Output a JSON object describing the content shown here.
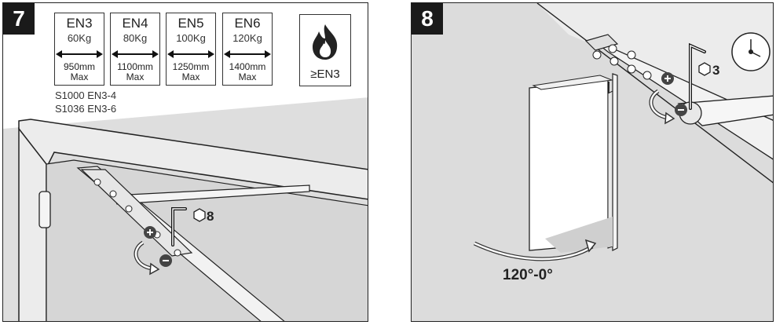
{
  "step7": {
    "number": "7",
    "en_classes": [
      {
        "class": "EN3",
        "weight": "60Kg",
        "width_line1": "950mm",
        "width_line2": "Max"
      },
      {
        "class": "EN4",
        "weight": "80Kg",
        "width_line1": "1100mm",
        "width_line2": "Max"
      },
      {
        "class": "EN5",
        "weight": "100Kg",
        "width_line1": "1250mm",
        "width_line2": "Max"
      },
      {
        "class": "EN6",
        "weight": "120Kg",
        "width_line1": "1400mm",
        "width_line2": "Max"
      }
    ],
    "fire_rating": "≥EN3",
    "models": [
      "S1000 EN3-4",
      "S1036 EN3-6"
    ],
    "hex_key_size": "8"
  },
  "step8": {
    "number": "8",
    "hex_key_size": "3",
    "closing_angle": "120°-0°"
  },
  "colors": {
    "wall": "#dcdcdc",
    "frame": "#ebebeb",
    "badge": "#1a1a1a",
    "line": "#222222"
  }
}
